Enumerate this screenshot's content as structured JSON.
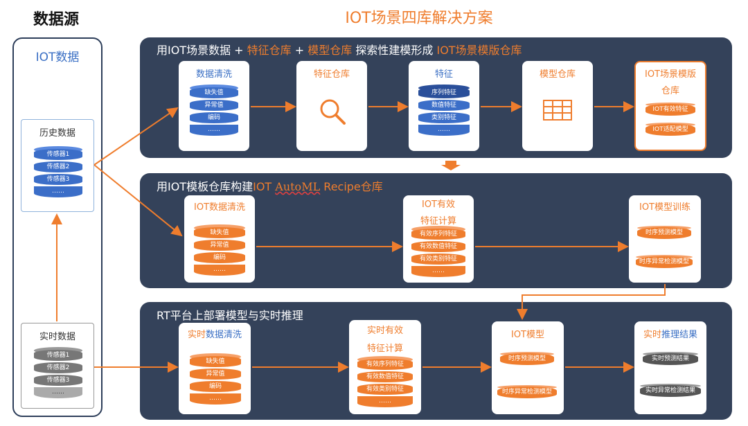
{
  "header": {
    "left_title": "数据源",
    "main_title": "IOT场景四库解决方案"
  },
  "source": {
    "title": "IOT数据",
    "history": {
      "title": "历史数据",
      "items": [
        "传感器1",
        "传感器2",
        "传感器3",
        "……"
      ]
    },
    "realtime": {
      "title": "实时数据",
      "items": [
        "传感器1",
        "传感器2",
        "传感器3",
        "……"
      ]
    }
  },
  "band1": {
    "title_parts": [
      "用IOT场景数据 + ",
      "特征仓库",
      " + ",
      "模型仓库",
      " 探索性建模形成  ",
      "IOT场景模版仓库"
    ],
    "cleaning": {
      "title": "数据清洗",
      "items": [
        "缺失值",
        "异常值",
        "编码",
        "……"
      ]
    },
    "feature_store": {
      "title": "特征仓库",
      "icon": "search-icon"
    },
    "features": {
      "title": "特征",
      "items": [
        "序列特征",
        "数值特征",
        "类别特征",
        "……"
      ]
    },
    "model_store": {
      "title": "模型仓库",
      "icon": "table-icon"
    },
    "template_store": {
      "title_line1": "IOT场景模版",
      "title_line2": "仓库",
      "items": [
        "IOT有效特征",
        "IOT适配模型"
      ]
    }
  },
  "band2": {
    "title_parts": [
      "用IOT模板仓库构建",
      "IOT ",
      "AutoML",
      " Recipe仓库"
    ],
    "cleaning": {
      "title": "IOT数据清洗",
      "items": [
        "缺失值",
        "异常值",
        "编码",
        "……"
      ]
    },
    "feature_calc": {
      "title_line1": "IOT有效",
      "title_line2": "特征计算",
      "items": [
        "有效序列特征",
        "有效数值特征",
        "有效类别特征",
        "……"
      ]
    },
    "training": {
      "title": "IOT模型训练",
      "items": [
        "时序预测模型",
        "时序异常检测模型"
      ]
    }
  },
  "band3": {
    "title": "RT平台上部署模型与实时推理",
    "cleaning": {
      "title_prefix": "实时",
      "title_rest": "数据清洗",
      "items": [
        "缺失值",
        "异常值",
        "编码",
        "……"
      ]
    },
    "feature_calc": {
      "title_line1": "实时有效",
      "title_line2": "特征计算",
      "items": [
        "有效序列特征",
        "有效数值特征",
        "有效类别特征",
        "……"
      ]
    },
    "model": {
      "title": "IOT模型",
      "items": [
        "时序预测模型",
        "时序异常检测模型"
      ]
    },
    "result": {
      "title_prefix": "实时",
      "title_rest": "推理结果",
      "items": [
        "实时预测结果",
        "实时异常检测结果"
      ]
    }
  },
  "colors": {
    "band": "#34425a",
    "accent": "#ef7d2d",
    "blue": "#3b6ec8"
  }
}
